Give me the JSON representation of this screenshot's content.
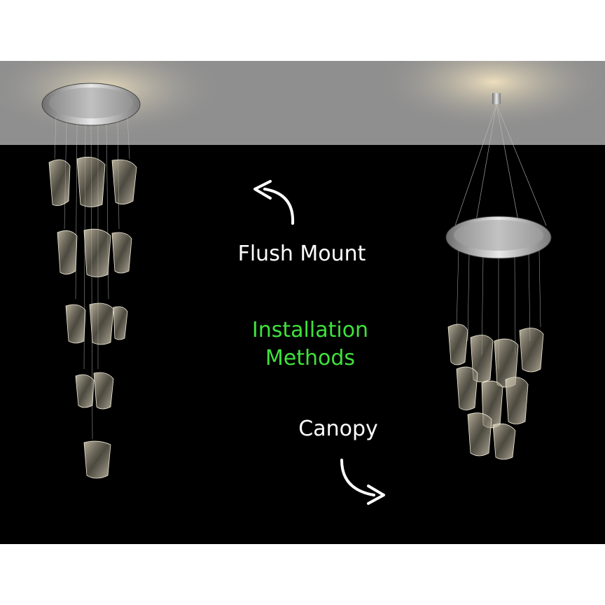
{
  "labels": {
    "flush_mount": "Flush Mount",
    "title_line1": "Installation",
    "title_line2": "Methods",
    "canopy": "Canopy"
  },
  "colors": {
    "background": "#000000",
    "ceiling": "#8f8f8f",
    "accent": "#3fe23b",
    "text": "#ffffff"
  },
  "icons": {
    "arrow_up": "curved-arrow-up-left-icon",
    "arrow_down": "curved-arrow-down-right-icon"
  }
}
